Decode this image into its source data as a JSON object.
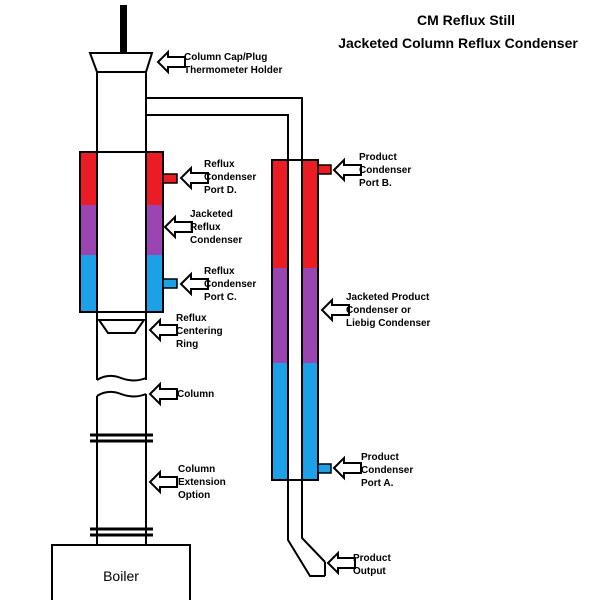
{
  "title": {
    "line1": "CM Reflux Still",
    "line2": "Jacketed Column Reflux Condenser"
  },
  "boiler": "Boiler",
  "colors": {
    "hot": "#ec1c24",
    "warm": "#9b45b2",
    "cold": "#1ca0e8",
    "line": "#000000"
  },
  "labels": {
    "cap": [
      "Column Cap/Plug",
      "Thermometer Holder"
    ],
    "port_d": [
      "Reflux",
      "Condenser",
      "Port D."
    ],
    "jacketed_reflux": [
      "Jacketed",
      "Reflux",
      "Condenser"
    ],
    "port_c": [
      "Reflux",
      "Condenser",
      "Port C."
    ],
    "centering_ring": [
      "Reflux",
      "Centering",
      "Ring"
    ],
    "column": [
      "Column"
    ],
    "extension": [
      "Column",
      "Extension",
      "Option"
    ],
    "port_b": [
      "Product",
      "Condenser",
      "Port B."
    ],
    "liebig": [
      "Jacketed Product",
      "Condenser or",
      "Liebig Condenser"
    ],
    "port_a": [
      "Product",
      "Condenser",
      "Port A."
    ],
    "output": [
      "Product",
      "Output"
    ]
  }
}
